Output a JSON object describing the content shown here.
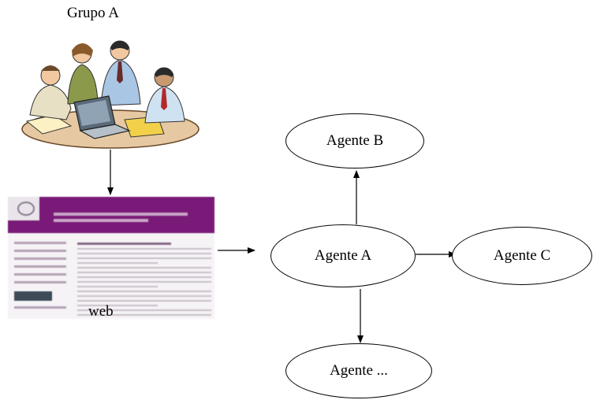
{
  "group": {
    "label": "Grupo A"
  },
  "web": {
    "label": "web"
  },
  "agents": {
    "a": "Agente A",
    "b": "Agente B",
    "c": "Agente C",
    "more": "Agente ..."
  }
}
